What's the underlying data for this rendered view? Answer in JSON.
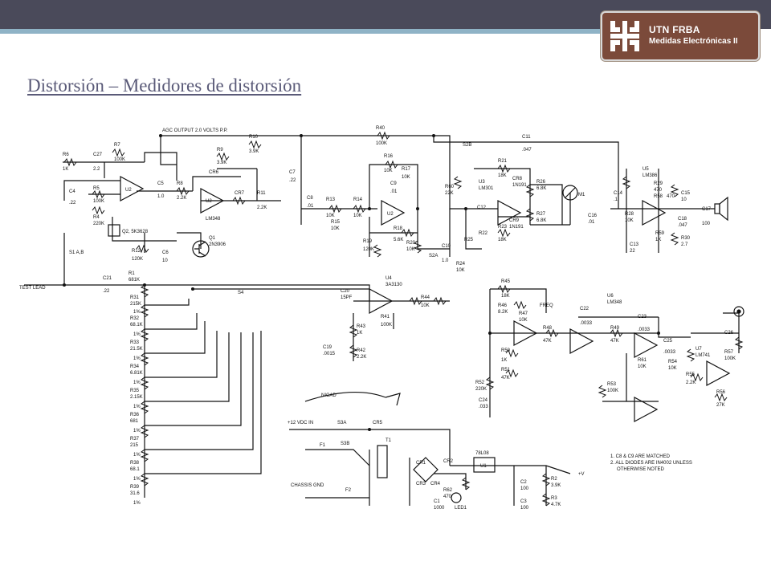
{
  "logo": {
    "title": "UTN FRBA",
    "subtitle": "Medidas Electrónicas II"
  },
  "slide": {
    "title": "Distorsión – Medidores de distorsión"
  },
  "schematic": {
    "labels": {
      "agc": "AGC OUTPUT   2.0 VOLTS P.P.",
      "r40": "R40",
      "r40v": "100K",
      "c11": "C11",
      "c11v": ".047",
      "s2b": "S2B",
      "r6": "R6",
      "r6v": "1K",
      "c27": "C27",
      "c27v": "2.2",
      "r7": "R7",
      "r7v": "100K",
      "r10": "R10",
      "r10v": "3.9K",
      "r9": "R9",
      "r9v": "3.9K",
      "cr6": "CR6",
      "c4": "C4",
      "c4v": ".22",
      "r5": "R5",
      "r5v": "100K",
      "r4": "R4",
      "r4v": "220K",
      "u2a": "U2",
      "c5": "C5",
      "c5v": "1.0",
      "r8": "R8",
      "r8v": "2.2K",
      "u2b": "U2",
      "u2bv": "LM348",
      "cr7": "CR7",
      "r11": "R11",
      "r11v": "2.2K",
      "q2": "Q2, 5K3628",
      "q1": "Q1",
      "q1v": "2N3906",
      "s1": "S1 A,B",
      "r12": "R12",
      "r12v": "120K",
      "c6": "C6",
      "c6v": "10",
      "c7": "C7",
      "c7v": ".22",
      "c8": "C8",
      "c8v": ".01",
      "r13": "R13",
      "r13v": "10K",
      "r15": "R15",
      "r15v": "10K",
      "r14": "R14",
      "r14v": "10K",
      "r16": "R16",
      "r16v": "10K",
      "r17": "R17",
      "r17v": "10K",
      "c9": "C9",
      "c9v": ".01",
      "u3a": "U2",
      "r18": "R18",
      "r18v": "5.6K",
      "r19": "R19",
      "r19v": "120K",
      "r20": "R20",
      "r20v": "10K",
      "s2a": "S2A",
      "c10": "C10",
      "c10v": "1.0",
      "r60": "R60",
      "r60v": "22K",
      "r21": "R21",
      "r21v": "18K",
      "u3": "U3",
      "u3v": "LM301",
      "cr8": "CR8",
      "cr8v": "1N191",
      "r26": "R26",
      "r26v": "6.8K",
      "m1": "M1",
      "c12": "C12",
      "cr9": "CR9",
      "cr9v": "1N191",
      "r27": "R27",
      "r27v": "6.8K",
      "r25": "R25",
      "r24": "R24",
      "r24v": "10K",
      "r23": "R23",
      "r23v": "18K",
      "r22": "R22",
      "c16": "C16",
      "c16v": ".01",
      "u5": "U5",
      "u5v": "LM386",
      "r29": "R29",
      "r29v": "470",
      "r58": "R58",
      "r58v": "470",
      "c15": "C15",
      "c15v": "10",
      "c17": "C17",
      "c17v": "100",
      "c14": "C14",
      "c14v": ".1",
      "r28": "R28",
      "r28v": "10K",
      "c18": "C18",
      "c18v": ".047",
      "r59": "R59",
      "r59v": "1K",
      "r30": "R30",
      "r30v": "2.7",
      "c13": "C13",
      "c13v": "22",
      "test_lead": "TEST LEAD",
      "c21": "C21",
      "c21v": ".22",
      "r1": "R1",
      "r1v": "681K",
      "s4": "S4",
      "u4": "U4",
      "u4v": "3A3130",
      "c20": "C20",
      "c20v": "15PF",
      "r44": "R44",
      "r44v": "10K",
      "r41": "R41",
      "r41v": "100K",
      "r43": "R43",
      "r43v": "1K",
      "r42": "R42",
      "r42v": "2.2K",
      "c19": "C19",
      "c19v": ".0015",
      "r31": "R31",
      "r31v": "215K",
      "r32": "R32",
      "r32v": "68.1K",
      "r33": "R33",
      "r33v": "21.5K",
      "r34": "R34",
      "r34v": "6.81K",
      "r35": "R35",
      "r35v": "2.15K",
      "r36": "R36",
      "r36v": "681",
      "r37": "R37",
      "r37v": "215",
      "r38": "R38",
      "r38v": "68.1",
      "r39": "R39",
      "r39v": "31.6",
      "pct": "1%",
      "r45": "R45",
      "r45v": "18K",
      "r46": "R46",
      "r46v": "8.2K",
      "r47": "R47",
      "r47v": "10K",
      "freq": "FREQ",
      "u6": "U6",
      "u6v": "LM348",
      "c22": "C22",
      "c22v": ".0033",
      "r48": "R48",
      "r48v": "47K",
      "r49": "R49",
      "r49v": "47K",
      "c23": "C23",
      "c23v": ".0033",
      "c25": "C25",
      "c25v": ".0033",
      "r50": "R50",
      "r50v": "1K",
      "r51": "R51",
      "r51v": "47K",
      "r61": "R61",
      "r61v": "10K",
      "r54": "R54",
      "r54v": "10K",
      "u7": "U7",
      "u7v": "LM741",
      "c26": "C26",
      "r57": "R57",
      "r57v": "100K",
      "r55": "R55",
      "r55v": "2.2K",
      "r56": "R56",
      "r56v": "27K",
      "r52": "R52",
      "r52v": "220K",
      "r53": "R53",
      "r53v": "100K",
      "c24": "C24",
      "c24v": ".033",
      "nicad": "NICAD",
      "v12": "+12 VDC IN",
      "s3a": "S3A",
      "cr5": "CR5",
      "f1": "F1",
      "s3b": "S3B",
      "t1": "T1",
      "chassis": "CHASSIS GND",
      "f2": "F2",
      "cr1": "CR1",
      "cr2": "CR2",
      "cr3": "CR3",
      "cr4": "CR4",
      "reg": "78L08",
      "u1": "U1",
      "r62": "R62",
      "r62v": "470",
      "c1": "C1",
      "c1v": "1000",
      "led": "LED1",
      "c2": "C2",
      "c2v": "100",
      "c3": "C3",
      "c3v": "100",
      "r2": "R2",
      "r2v": "3.9K",
      "r3": "R3",
      "r3v": "4.7K",
      "vplus": "+V",
      "note1": "1. C8 & C9 ARE MATCHED",
      "note2": "2. ALL DIODES ARE IN4002 UNLESS",
      "note3": "OTHERWISE NOTED"
    }
  }
}
